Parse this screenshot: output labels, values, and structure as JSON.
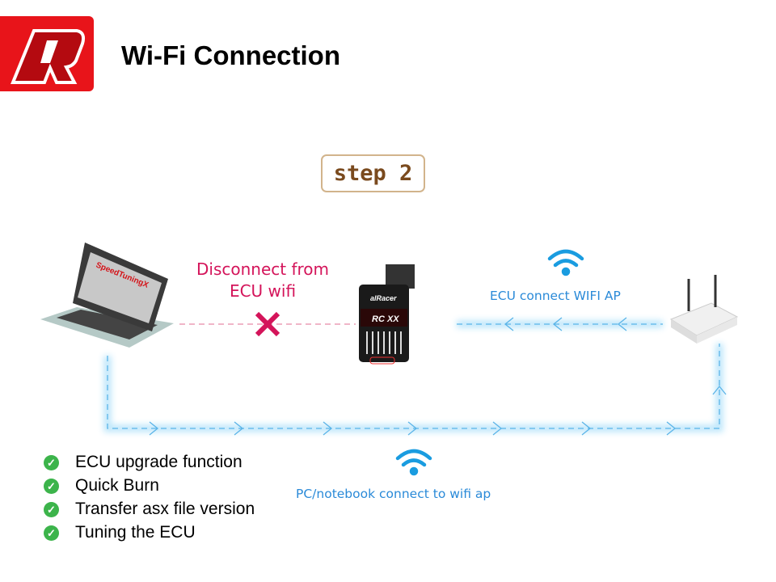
{
  "header": {
    "title": "Wi-Fi Connection",
    "logo_letter": "R"
  },
  "step_label": "step 2",
  "diagram": {
    "disconnect_label_line1": "Disconnect from",
    "disconnect_label_line2": "ECU wifi",
    "ecu_wifi_label": "ECU connect WIFI AP",
    "pc_wifi_label": "PC/notebook connect to wifi ap",
    "laptop_screen_text": "SpeedTuningX",
    "ecu_brand": "alRacer",
    "ecu_model": "RC XX"
  },
  "features": [
    "ECU upgrade function",
    "Quick Burn",
    "Transfer asx file version",
    "Tuning the ECU"
  ],
  "colors": {
    "logo_red": "#e8141a",
    "pink": "#d4145a",
    "wifi_blue": "#1a9ce0",
    "check_green": "#3cb44b"
  }
}
